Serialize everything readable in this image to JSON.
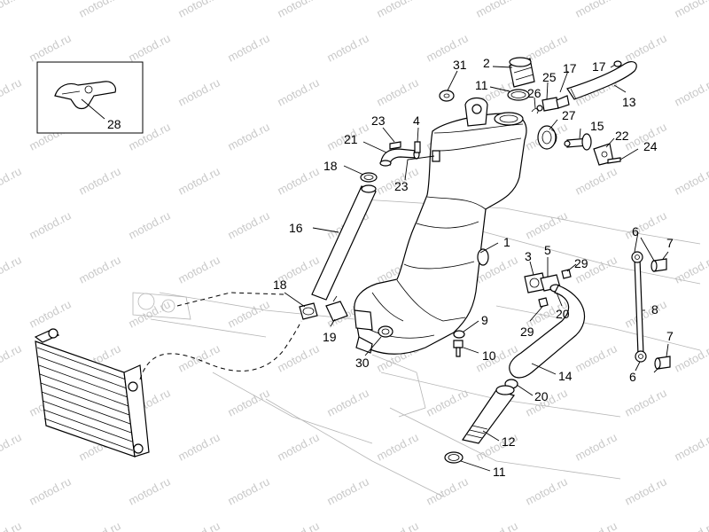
{
  "watermark": "motod.ru",
  "inset_callout": "28",
  "callouts": [
    {
      "key": "c31",
      "label": "31"
    },
    {
      "key": "c2",
      "label": "2"
    },
    {
      "key": "c11top",
      "label": "11"
    },
    {
      "key": "c25",
      "label": "25"
    },
    {
      "key": "c17a",
      "label": "17"
    },
    {
      "key": "c17b",
      "label": "17"
    },
    {
      "key": "c13",
      "label": "13"
    },
    {
      "key": "c26",
      "label": "26"
    },
    {
      "key": "c27",
      "label": "27"
    },
    {
      "key": "c15",
      "label": "15"
    },
    {
      "key": "c22",
      "label": "22"
    },
    {
      "key": "c24",
      "label": "24"
    },
    {
      "key": "c23a",
      "label": "23"
    },
    {
      "key": "c4",
      "label": "4"
    },
    {
      "key": "c21",
      "label": "21"
    },
    {
      "key": "c18a",
      "label": "18"
    },
    {
      "key": "c23b",
      "label": "23"
    },
    {
      "key": "c16",
      "label": "16"
    },
    {
      "key": "c1",
      "label": "1"
    },
    {
      "key": "c3",
      "label": "3"
    },
    {
      "key": "c5",
      "label": "5"
    },
    {
      "key": "c29a",
      "label": "29"
    },
    {
      "key": "c20a",
      "label": "20"
    },
    {
      "key": "c29b",
      "label": "29"
    },
    {
      "key": "c18b",
      "label": "18"
    },
    {
      "key": "c19",
      "label": "19"
    },
    {
      "key": "c30",
      "label": "30"
    },
    {
      "key": "c9",
      "label": "9"
    },
    {
      "key": "c10",
      "label": "10"
    },
    {
      "key": "c6a",
      "label": "6"
    },
    {
      "key": "c7a",
      "label": "7"
    },
    {
      "key": "c8",
      "label": "8"
    },
    {
      "key": "c7b",
      "label": "7"
    },
    {
      "key": "c6b",
      "label": "6"
    },
    {
      "key": "c14",
      "label": "14"
    },
    {
      "key": "c20b",
      "label": "20"
    },
    {
      "key": "c12",
      "label": "12"
    },
    {
      "key": "c11bottom",
      "label": "11"
    }
  ]
}
